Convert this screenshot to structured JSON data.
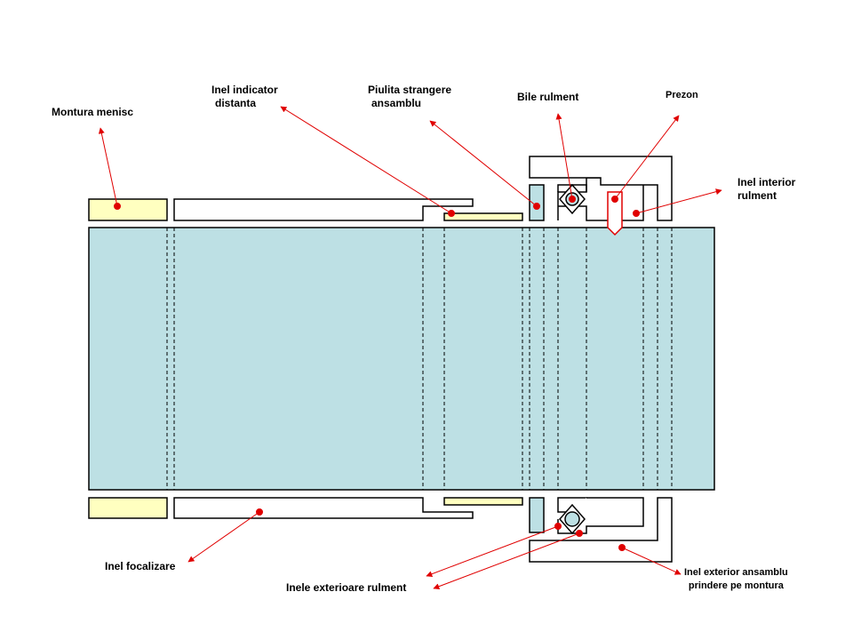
{
  "labels": {
    "montura_menisc": [
      "Montura menisc"
    ],
    "inel_indicator": [
      "Inel indicator",
      "distanta"
    ],
    "piulita": [
      "Piulita strangere",
      "ansamblu"
    ],
    "bile": [
      "Bile rulment"
    ],
    "prezon": [
      "Prezon"
    ],
    "inel_interior": [
      "Inel interior",
      "rulment"
    ],
    "inel_focalizare": [
      "Inel focalizare"
    ],
    "inele_exterioare": [
      "Inele exterioare rulment"
    ],
    "inel_exterior_ansamblu": [
      "Inel exterior ansamblu",
      "prindere pe montura"
    ]
  },
  "colors": {
    "shaft": "#bde0e4",
    "yellow": "#ffffc0",
    "ring": "#bde0e4",
    "outline": "#000000",
    "leader": "#e00000",
    "prezon": "#e00000"
  }
}
